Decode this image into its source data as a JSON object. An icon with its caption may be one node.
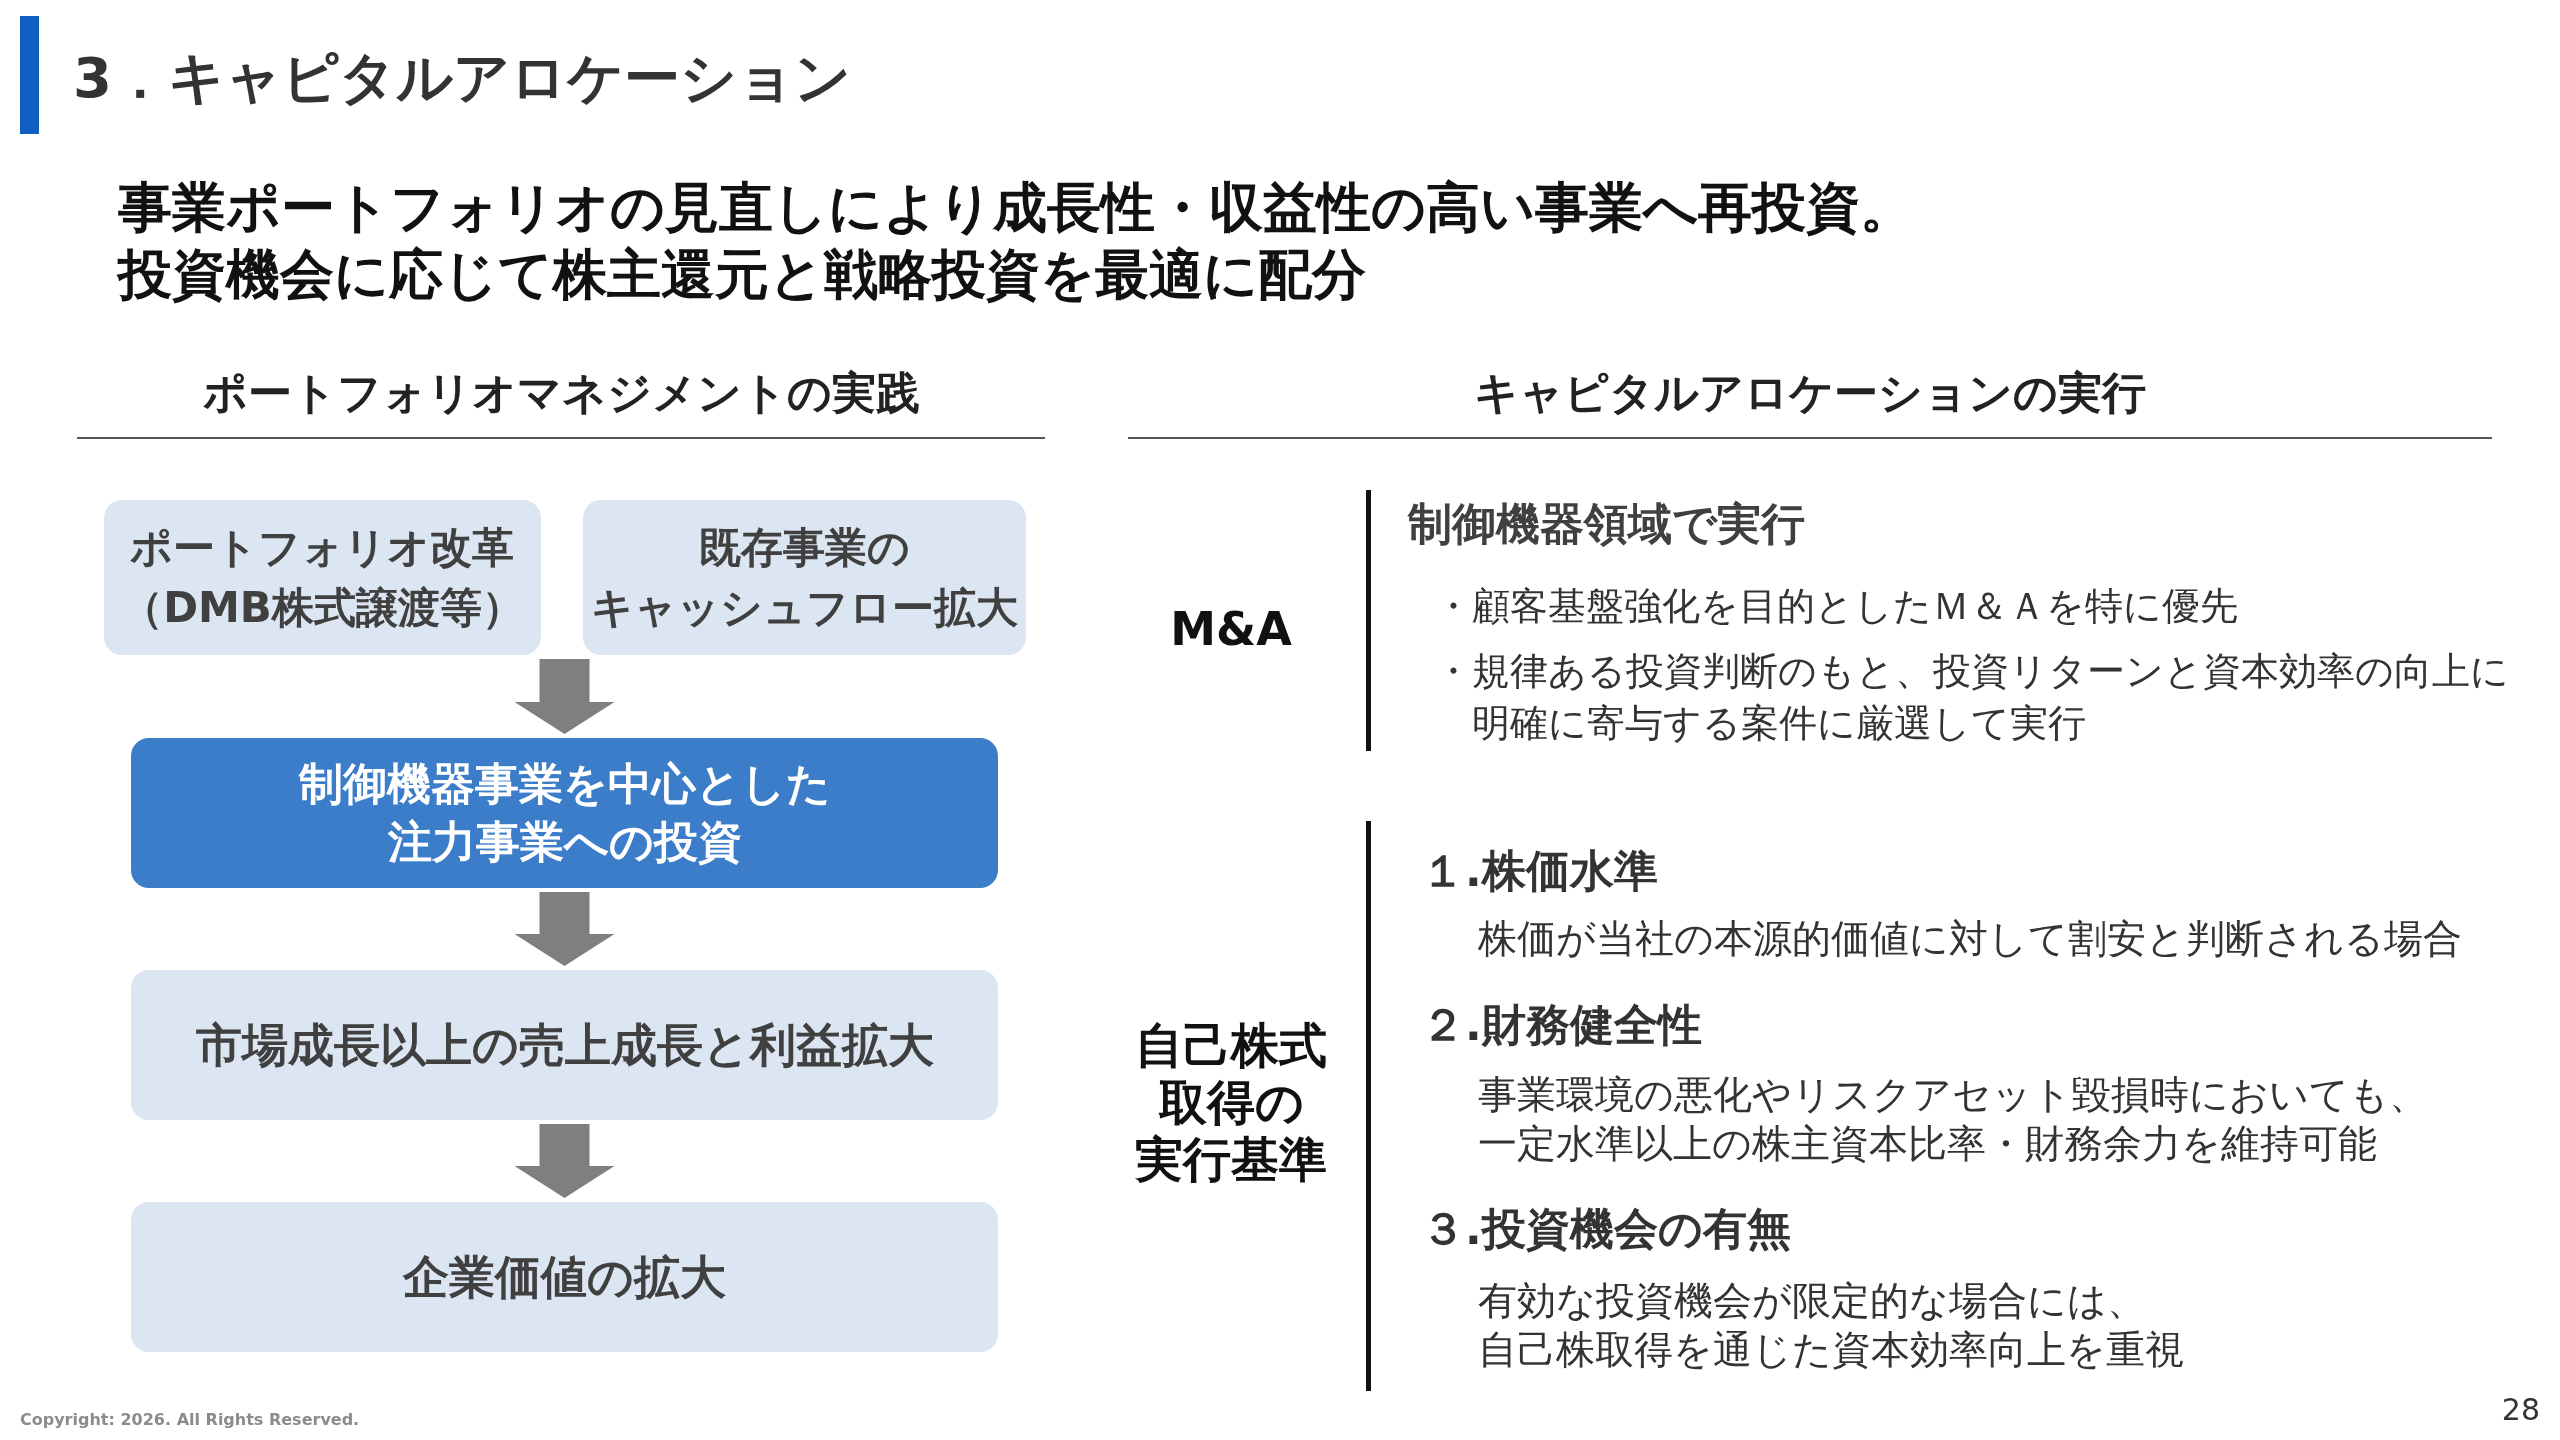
{
  "diagram": {
    "title": "3．キャピタルアロケーション",
    "nodes": [
      {
        "text": [
          "ポートフォリオ改革（DMB株式譲渡等）"
        ]
      },
      {
        "text": [
          "既存事業のキャッシュフロー拡大"
        ]
      },
      {
        "text": [
          "制御機器事業を中心とした注力事業への投資"
        ]
      },
      {
        "text": [
          "市場成長以上の売上成長と利益拡大"
        ]
      },
      {
        "text": [
          "企業価値の拡大"
        ]
      }
    ],
    "edges": [
      {
        "from": 0,
        "to": 2,
        "arrow": "to"
      },
      {
        "from": 1,
        "to": 2,
        "arrow": "to"
      },
      {
        "from": 2,
        "to": 3,
        "arrow": "to"
      },
      {
        "from": 3,
        "to": 4,
        "arrow": "to"
      }
    ],
    "labels": [
      "事業ポートフォリオの見直しにより成長性・収益性の高い事業へ再投資。",
      "投資機会に応じて株主還元と戦略投資を最適に配分",
      "ポートフォリオマネジメントの実践",
      "キャピタルアロケーションの実行",
      "M&A",
      "制御機器領域で実行",
      "・顧客基盤強化を目的としたＭ＆Ａを特に優先",
      "・規律ある投資判断のもと、投資リターンと資本効率の向上に明確に寄与する案件に厳選して実行",
      "自己株式取得の実行基準",
      "１.株価水準",
      "株価が当社の本源的価値に対して割安と判断される場合",
      "２.財務健全性",
      "事業環境の悪化やリスクアセット毀損時においても、一定水準以上の株主資本比率・財務余力を維持可能",
      "３.投資機会の有無",
      "有効な投資機会が限定的な場合には、自己株取得を通じた資本効率向上を重視",
      "Copyright: 2026. All Rights Reserved.",
      "28"
    ]
  }
}
